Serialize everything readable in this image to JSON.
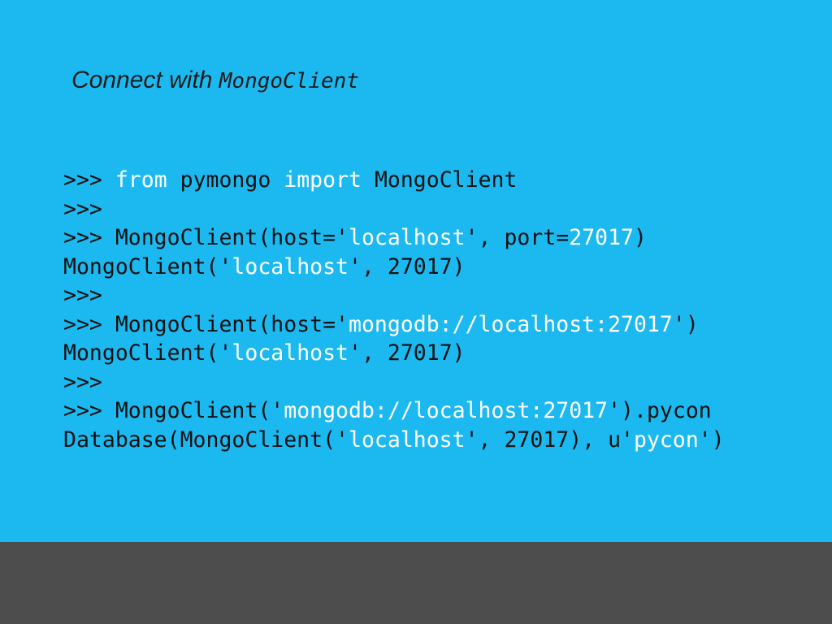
{
  "title": {
    "prefix": "Connect with ",
    "code": "MongoClient"
  },
  "colors": {
    "slide_background": "#1cb9f1",
    "footer_band": "#4d4d4d",
    "code_text": "#111111",
    "code_highlight": "#ffffff"
  },
  "code_lines": [
    [
      {
        "t": ">>> "
      },
      {
        "t": "from",
        "c": "kw"
      },
      {
        "t": " pymongo "
      },
      {
        "t": "import",
        "c": "kw"
      },
      {
        "t": " MongoClient"
      }
    ],
    [
      {
        "t": ">>>"
      }
    ],
    [
      {
        "t": ">>> MongoClient(host='"
      },
      {
        "t": "localhost",
        "c": "str"
      },
      {
        "t": "', port="
      },
      {
        "t": "27017",
        "c": "num"
      },
      {
        "t": ")"
      }
    ],
    [
      {
        "t": "MongoClient('"
      },
      {
        "t": "localhost",
        "c": "str"
      },
      {
        "t": "', 27017)"
      }
    ],
    [
      {
        "t": ">>>"
      }
    ],
    [
      {
        "t": ">>> MongoClient(host='"
      },
      {
        "t": "mongodb://localhost:27017",
        "c": "str"
      },
      {
        "t": "')"
      }
    ],
    [
      {
        "t": "MongoClient('"
      },
      {
        "t": "localhost",
        "c": "str"
      },
      {
        "t": "', 27017)"
      }
    ],
    [
      {
        "t": ">>>"
      }
    ],
    [
      {
        "t": ">>> MongoClient('"
      },
      {
        "t": "mongodb://localhost:27017",
        "c": "str"
      },
      {
        "t": "').pycon"
      }
    ],
    [
      {
        "t": "Database(MongoClient('"
      },
      {
        "t": "localhost",
        "c": "str"
      },
      {
        "t": "', 27017), u'"
      },
      {
        "t": "pycon",
        "c": "str"
      },
      {
        "t": "')"
      }
    ]
  ]
}
